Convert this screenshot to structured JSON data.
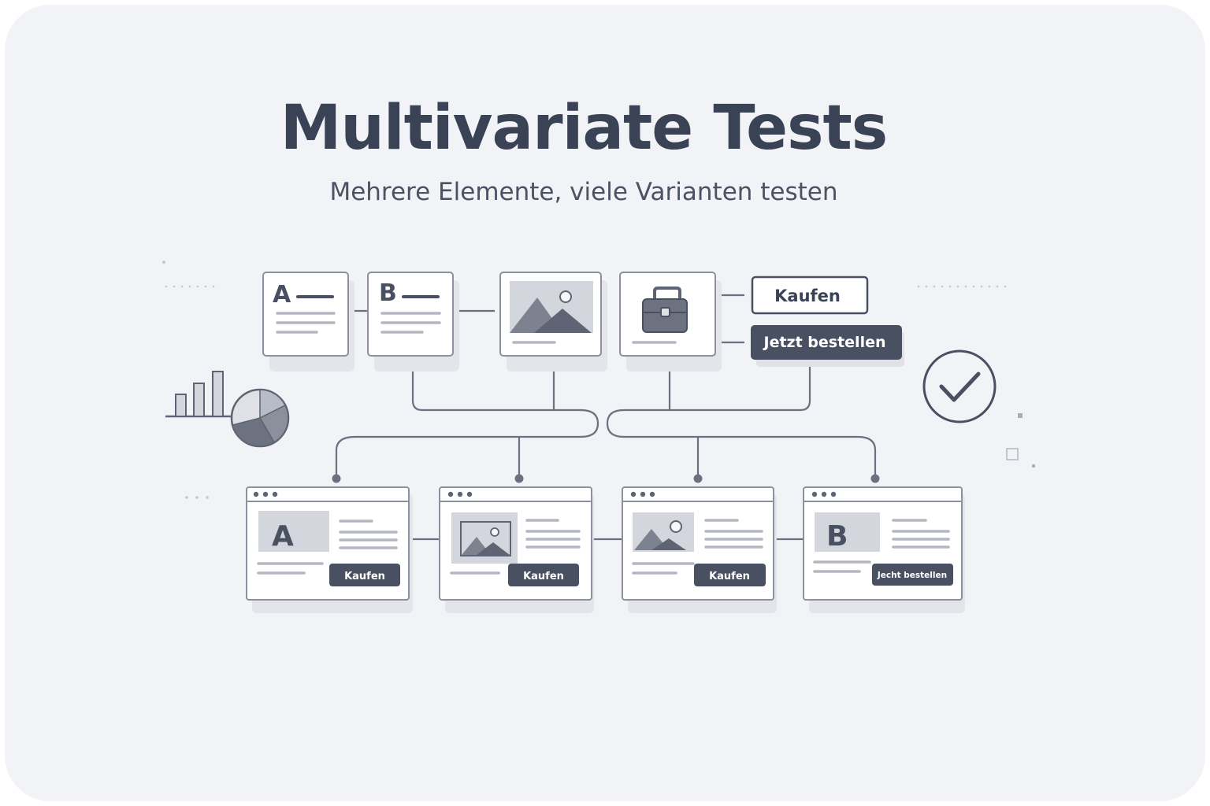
{
  "header": {
    "title": "Multivariate Tests",
    "subtitle": "Mehrere Elemente, viele Varianten testen"
  },
  "elements": {
    "headline_a": "A",
    "headline_b": "B",
    "cta_secondary": "Kaufen",
    "cta_primary": "Jetzt bestellen"
  },
  "variants": [
    {
      "hero": "A",
      "cta": "Kaufen"
    },
    {
      "hero": "image",
      "cta": "Kaufen"
    },
    {
      "hero": "image",
      "cta": "Kaufen"
    },
    {
      "hero": "B",
      "cta": "Jecht bestellen"
    }
  ],
  "icons": [
    "image-icon",
    "briefcase-icon",
    "check-circle-icon",
    "bar-chart-icon",
    "pie-chart-icon"
  ],
  "colors": {
    "background": "#f2f3f7",
    "title": "#3a4255",
    "dark_button": "#495061",
    "line": "#6c7180"
  }
}
